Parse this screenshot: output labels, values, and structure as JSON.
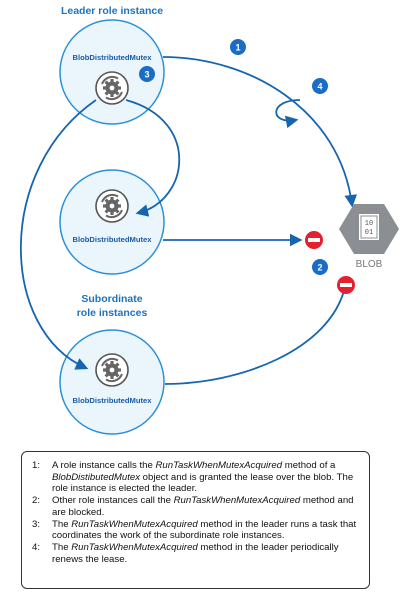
{
  "diagram": {
    "leader_title": "Leader role instance",
    "subordinate_title_line1": "Subordinate",
    "subordinate_title_line2": "role instances",
    "instance_label": "BlobDistributedMutex",
    "blob_label": "BLOB",
    "blob_icon_top": "10",
    "blob_icon_bottom": "01",
    "step_badges": [
      "1",
      "2",
      "3",
      "4"
    ],
    "colors": {
      "circle_fill": "#eaf5fc",
      "circle_stroke": "#2b91d6",
      "arrow": "#1565b0",
      "badge": "#1b6cc4",
      "stop": "#e4202e",
      "blob_hex": "#8b8f94",
      "title": "#1e73be"
    }
  },
  "legend": [
    {
      "num": "1:",
      "parts": [
        {
          "t": "A role instance calls the "
        },
        {
          "t": "RunTaskWhenMutexAcquired",
          "i": true
        },
        {
          "t": " method of a "
        },
        {
          "t": "BlobDistibutedMutex",
          "i": true
        },
        {
          "t": " object and is granted the lease over the blob. The role instance is elected the leader."
        }
      ]
    },
    {
      "num": "2:",
      "parts": [
        {
          "t": "Other role instances call the "
        },
        {
          "t": "RunTaskWhenMutexAcquired",
          "i": true
        },
        {
          "t": " method and are blocked."
        }
      ]
    },
    {
      "num": "3:",
      "parts": [
        {
          "t": "The "
        },
        {
          "t": "RunTaskWhenMutexAcquired",
          "i": true
        },
        {
          "t": " method in the leader runs a task that coordinates the work of the subordinate role instances."
        }
      ]
    },
    {
      "num": "4:",
      "parts": [
        {
          "t": "The "
        },
        {
          "t": "RunTaskWhenMutexAcquired",
          "i": true
        },
        {
          "t": " method in the leader periodically renews the lease."
        }
      ]
    }
  ]
}
